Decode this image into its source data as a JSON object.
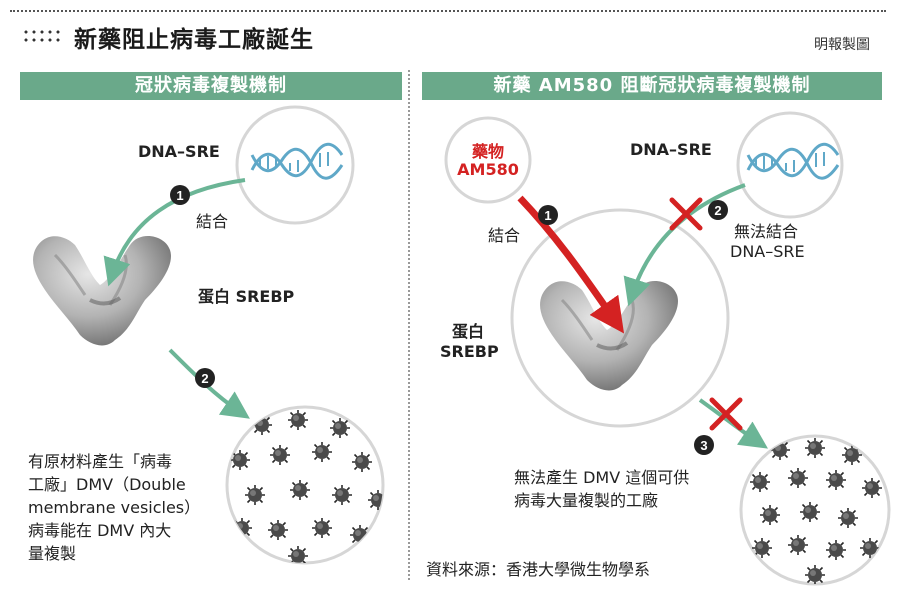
{
  "header": {
    "title": "新藥阻止病毒工廠誕生",
    "credit": "明報製圖"
  },
  "left_panel": {
    "banner": "冠狀病毒複製機制",
    "dna_label": "DNA–SRE",
    "step1": "1",
    "step1_label": "結合",
    "protein_label": "蛋白 SREBP",
    "step2": "2",
    "note_lines": [
      "有原材料產生「病毒",
      "工廠」DMV（Double",
      "membrane vesicles）",
      "病毒能在 DMV 內大",
      "量複製"
    ]
  },
  "right_panel": {
    "banner": "新藥 AM580 阻斷冠狀病毒複製機制",
    "drug_line1": "藥物",
    "drug_line2": "AM580",
    "dna_label": "DNA–SRE",
    "step1": "1",
    "step1_label": "結合",
    "step2": "2",
    "step2_line1": "無法結合",
    "step2_line2": "DNA–SRE",
    "protein_line1": "蛋白",
    "protein_line2": "SREBP",
    "step3": "3",
    "result_line1": "無法產生 DMV 這個可供",
    "result_line2": "病毒大量複製的工廠"
  },
  "source": "資料來源：香港大學微生物學系",
  "colors": {
    "banner_green": "#6aa98a",
    "arrow_green": "#6bb596",
    "arrow_red": "#d42222",
    "dna_blue": "#5fa8c8"
  },
  "icons": [
    "dna-icon",
    "protein-icon",
    "virus-cluster-icon",
    "block-x-icon"
  ]
}
